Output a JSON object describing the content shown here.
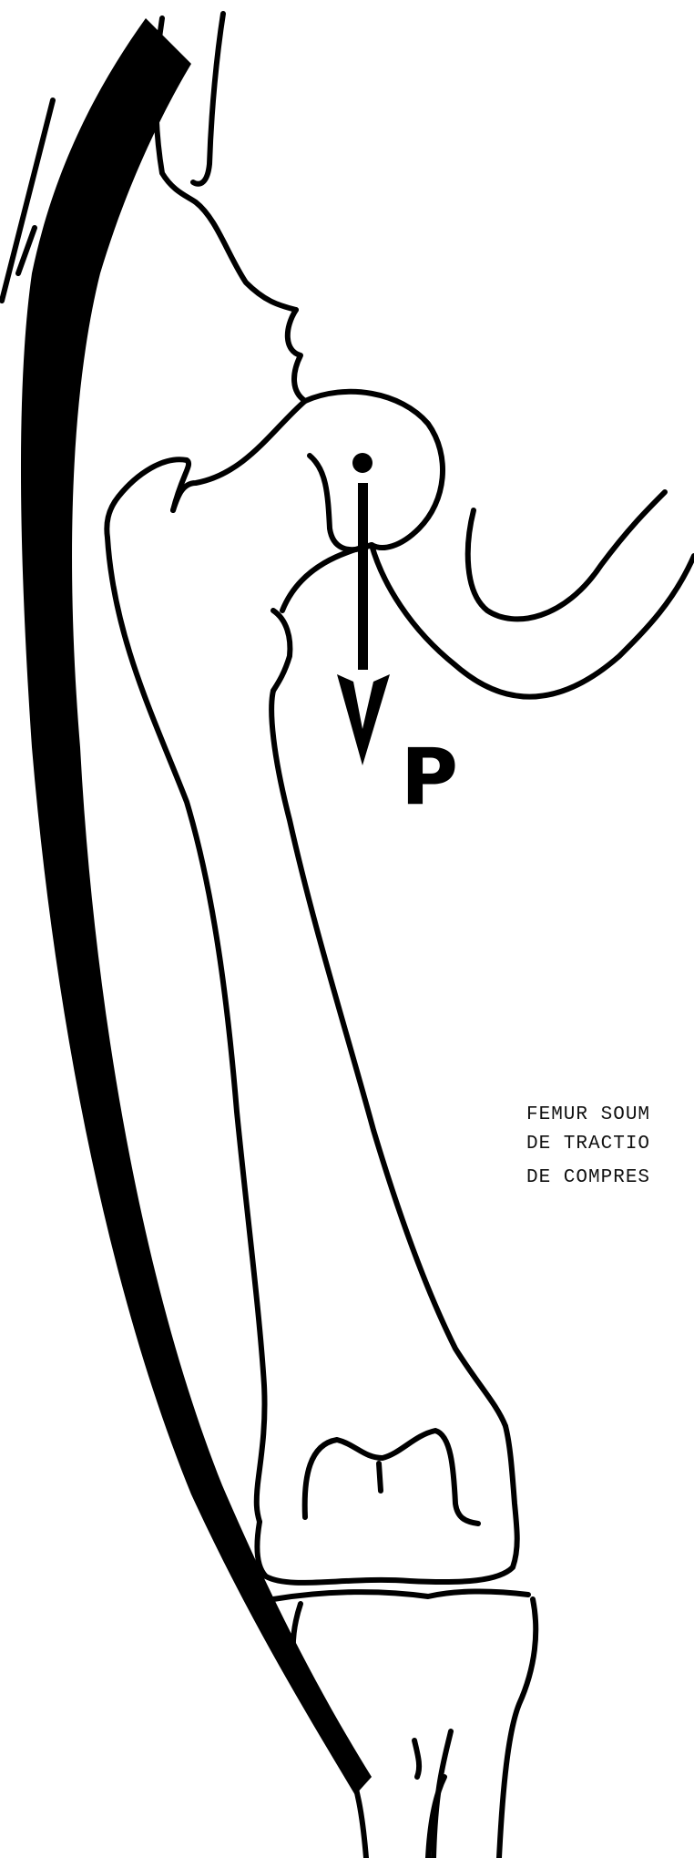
{
  "diagram": {
    "force_label": "P",
    "caption_lines": [
      "FEMUR SOUM",
      "DE TRACTIO",
      "DE COMPRES"
    ]
  },
  "colors": {
    "ink": "#000000",
    "paper": "#ffffff"
  }
}
